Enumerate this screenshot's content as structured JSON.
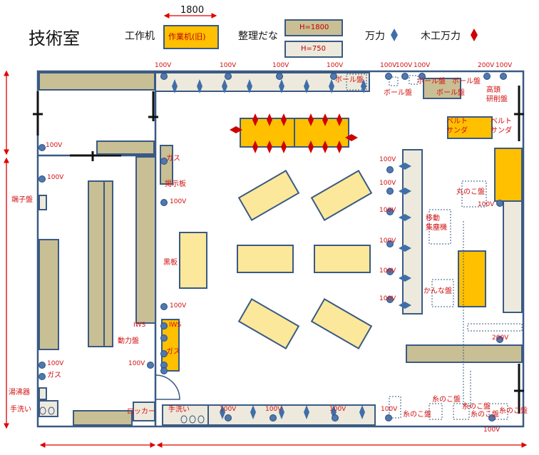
{
  "room_title": "技術室",
  "legend": {
    "dimension": "1800",
    "workbench_label": "工作机",
    "workbench_box": "作業机(旧)",
    "shelf_label": "整理だな",
    "shelf_high": "H=1800",
    "shelf_low": "H=750",
    "vise_label": "万力",
    "woodvise_label": "木工万力"
  },
  "labels": {
    "v100": "100V",
    "v200": "200V",
    "gas": "ガス",
    "iws": "IWS",
    "bulletin": "掲示板",
    "blackboard": "黒板",
    "power_panel": "動力盤",
    "terminal_panel": "端子盤",
    "water_heater": "湯沸器",
    "sink": "手洗い",
    "locker": "ロッカー",
    "ball_board": "ボール盤",
    "high_speed_grinder": "高頭\n研削盤",
    "belt_sander": "ベルト\nサンダ",
    "circular_saw": "丸のこ盤",
    "dust_collector": "移動\n集塵機",
    "planer": "かんな盤",
    "band_saw": "糸のこ盤"
  },
  "colors": {
    "wall": "#3a5a84",
    "shelf": "#c9bf94",
    "bench": "#ffc000",
    "bench_light": "#fce89a",
    "light_shelf": "#ede9dc",
    "vise": "#3f6fa8",
    "woodvise": "#d00000",
    "outlet": "#4f78b0",
    "label_red": "#d21010",
    "arrow_red": "#e00000"
  }
}
